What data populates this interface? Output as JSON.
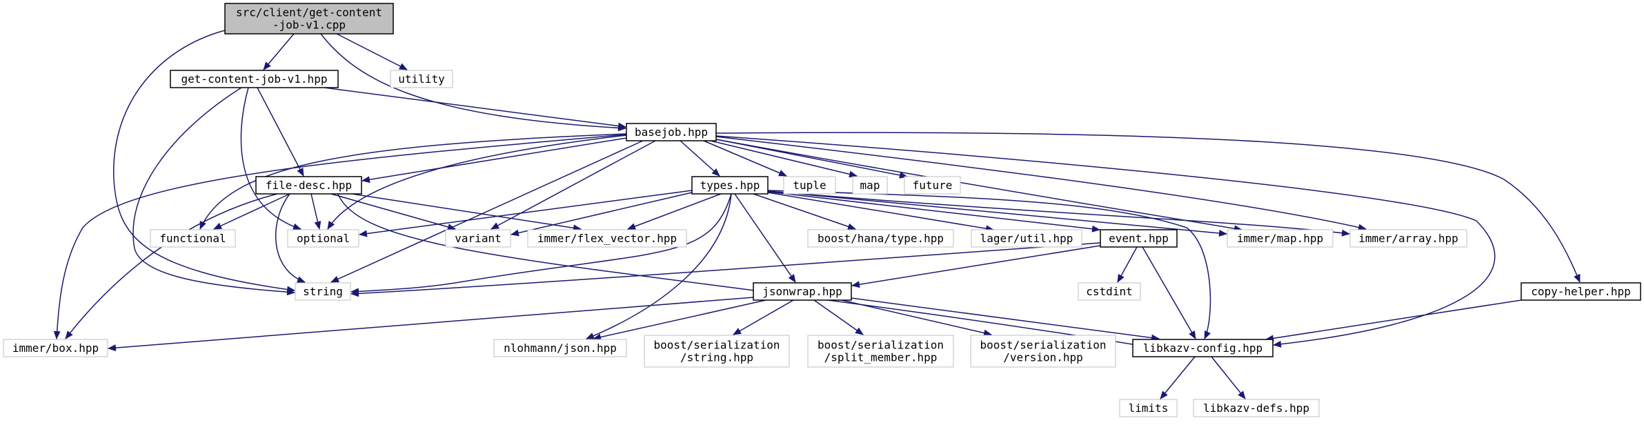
{
  "graph": {
    "colors": {
      "edge": "#191970",
      "root_fill": "#bfbfbf",
      "documented_border": "#000000",
      "external_border": "#bfbfbf",
      "node_fill": "#ffffff"
    },
    "nodes": [
      {
        "id": "root",
        "lines": [
          "src/client/get-content",
          "-job-v1.cpp"
        ],
        "kind": "root"
      },
      {
        "id": "gcjv1",
        "lines": [
          "get-content-job-v1.hpp"
        ],
        "kind": "documented"
      },
      {
        "id": "utility",
        "lines": [
          "utility"
        ],
        "kind": "external"
      },
      {
        "id": "basejob",
        "lines": [
          "basejob.hpp"
        ],
        "kind": "documented"
      },
      {
        "id": "filedesc",
        "lines": [
          "file-desc.hpp"
        ],
        "kind": "documented"
      },
      {
        "id": "types",
        "lines": [
          "types.hpp"
        ],
        "kind": "documented"
      },
      {
        "id": "tuple",
        "lines": [
          "tuple"
        ],
        "kind": "external"
      },
      {
        "id": "map",
        "lines": [
          "map"
        ],
        "kind": "external"
      },
      {
        "id": "future",
        "lines": [
          "future"
        ],
        "kind": "external"
      },
      {
        "id": "functional",
        "lines": [
          "functional"
        ],
        "kind": "external"
      },
      {
        "id": "optional",
        "lines": [
          "optional"
        ],
        "kind": "external"
      },
      {
        "id": "variant",
        "lines": [
          "variant"
        ],
        "kind": "external"
      },
      {
        "id": "flexvec",
        "lines": [
          "immer/flex_vector.hpp"
        ],
        "kind": "external"
      },
      {
        "id": "hanatype",
        "lines": [
          "boost/hana/type.hpp"
        ],
        "kind": "external"
      },
      {
        "id": "lagerutil",
        "lines": [
          "lager/util.hpp"
        ],
        "kind": "external"
      },
      {
        "id": "event",
        "lines": [
          "event.hpp"
        ],
        "kind": "documented"
      },
      {
        "id": "immermap",
        "lines": [
          "immer/map.hpp"
        ],
        "kind": "external"
      },
      {
        "id": "immerarray",
        "lines": [
          "immer/array.hpp"
        ],
        "kind": "external"
      },
      {
        "id": "string",
        "lines": [
          "string"
        ],
        "kind": "external"
      },
      {
        "id": "jsonwrap",
        "lines": [
          "jsonwrap.hpp"
        ],
        "kind": "documented"
      },
      {
        "id": "cstdint",
        "lines": [
          "cstdint"
        ],
        "kind": "external"
      },
      {
        "id": "copyhelper",
        "lines": [
          "copy-helper.hpp"
        ],
        "kind": "documented"
      },
      {
        "id": "immerbox",
        "lines": [
          "immer/box.hpp"
        ],
        "kind": "external"
      },
      {
        "id": "nlohmann",
        "lines": [
          "nlohmann/json.hpp"
        ],
        "kind": "external"
      },
      {
        "id": "bserstring",
        "lines": [
          "boost/serialization",
          "/string.hpp"
        ],
        "kind": "external"
      },
      {
        "id": "bsersplit",
        "lines": [
          "boost/serialization",
          "/split_member.hpp"
        ],
        "kind": "external"
      },
      {
        "id": "bserversion",
        "lines": [
          "boost/serialization",
          "/version.hpp"
        ],
        "kind": "external"
      },
      {
        "id": "libkazvconfig",
        "lines": [
          "libkazv-config.hpp"
        ],
        "kind": "documented"
      },
      {
        "id": "limits",
        "lines": [
          "limits"
        ],
        "kind": "external"
      },
      {
        "id": "libkazvdefs",
        "lines": [
          "libkazv-defs.hpp"
        ],
        "kind": "external"
      }
    ]
  }
}
